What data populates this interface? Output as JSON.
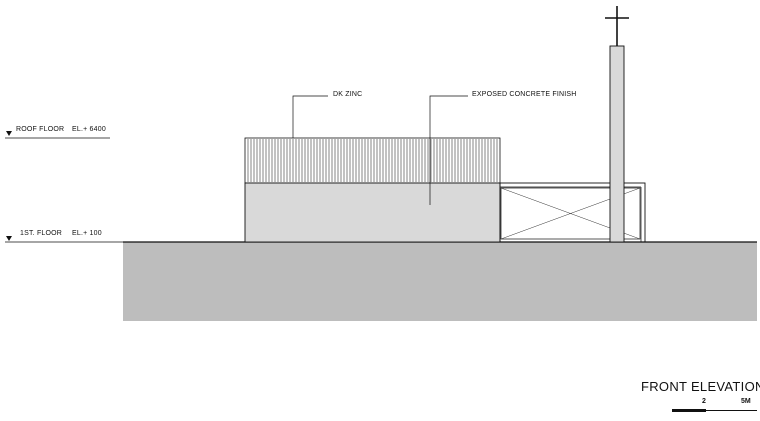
{
  "levels": {
    "roof": {
      "name": "ROOF FLOOR",
      "elevation": "EL.+ 6400"
    },
    "first": {
      "name": "1ST. FLOOR",
      "elevation": "EL.+ 100"
    }
  },
  "annotations": {
    "zinc": "DK ZINC",
    "concrete": "EXPOSED CONCRETE FINISH"
  },
  "drawing_title": "FRONT ELEVATION",
  "scale_bar": {
    "mid": "2",
    "end": "5M"
  }
}
